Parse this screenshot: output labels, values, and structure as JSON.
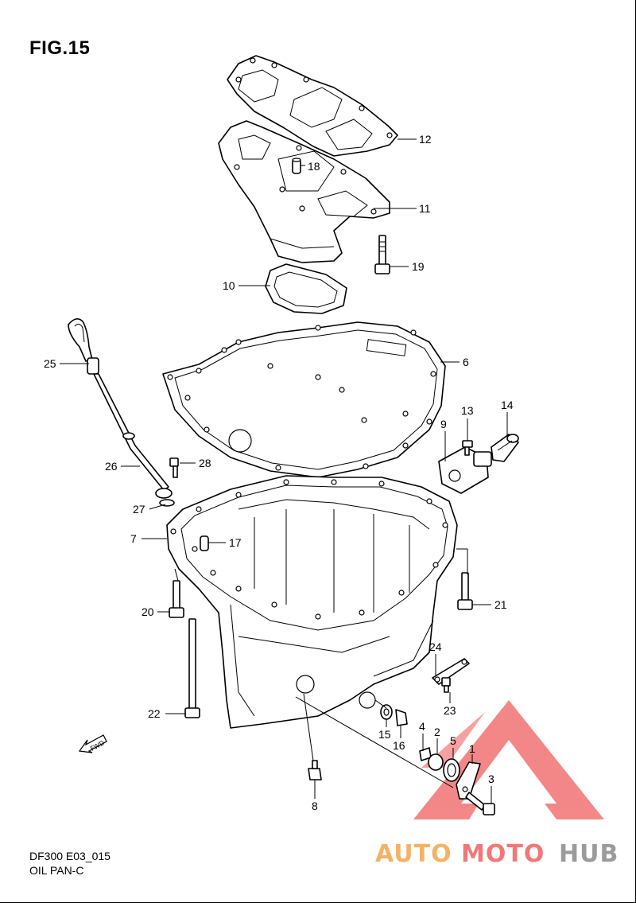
{
  "figure": {
    "title": "FIG.15",
    "model_code": "DF300 E03_015",
    "section_name": "OIL PAN-C",
    "fwd_label": "FWD"
  },
  "callouts": {
    "c1": "1",
    "c2": "2",
    "c3": "3",
    "c4": "4",
    "c5": "5",
    "c6": "6",
    "c7": "7",
    "c8": "8",
    "c9": "9",
    "c10": "10",
    "c11": "11",
    "c12": "12",
    "c13": "13",
    "c14": "14",
    "c15": "15",
    "c16": "16",
    "c17": "17",
    "c18": "18",
    "c19": "19",
    "c20": "20",
    "c21": "21",
    "c22": "22",
    "c23": "23",
    "c24": "24",
    "c25": "25",
    "c26": "26",
    "c27": "27",
    "c28": "28"
  },
  "watermark": {
    "part1": "AUTO",
    "part2": "MOTO",
    "part3": "HUB",
    "color_orange": "#f3a64a",
    "color_red": "#f06060",
    "color_gray": "#8a8a8a"
  }
}
